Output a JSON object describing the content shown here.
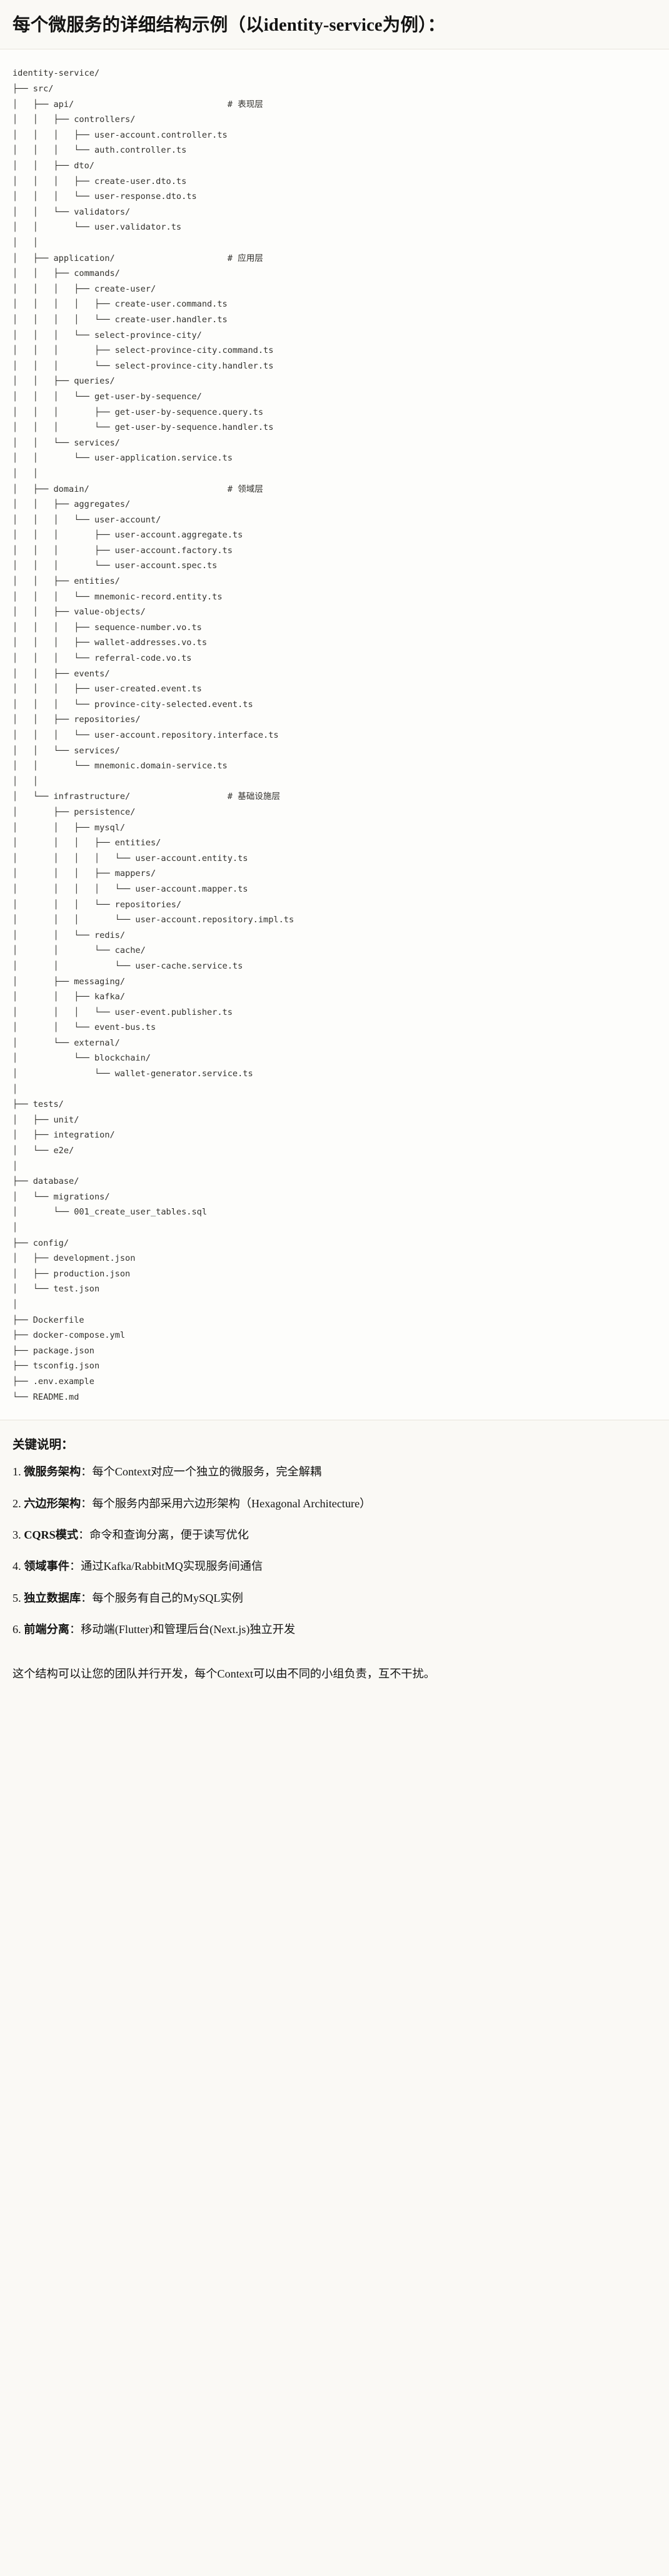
{
  "document": {
    "title": "每个微服务的详细结构示例（以identity-service为例）：",
    "notes_heading": "关键说明：",
    "closing": "这个结构可以让您的团队并行开发，每个Context可以由不同的小组负责，互不干扰。"
  },
  "tree": {
    "root": "identity-service/",
    "text": "identity-service/\n├── src/\n│   ├── api/                              # 表现层\n│   │   ├── controllers/\n│   │   │   ├── user-account.controller.ts\n│   │   │   └── auth.controller.ts\n│   │   ├── dto/\n│   │   │   ├── create-user.dto.ts\n│   │   │   └── user-response.dto.ts\n│   │   └── validators/\n│   │       └── user.validator.ts\n│   │\n│   ├── application/                      # 应用层\n│   │   ├── commands/\n│   │   │   ├── create-user/\n│   │   │   │   ├── create-user.command.ts\n│   │   │   │   └── create-user.handler.ts\n│   │   │   └── select-province-city/\n│   │   │       ├── select-province-city.command.ts\n│   │   │       └── select-province-city.handler.ts\n│   │   ├── queries/\n│   │   │   └── get-user-by-sequence/\n│   │   │       ├── get-user-by-sequence.query.ts\n│   │   │       └── get-user-by-sequence.handler.ts\n│   │   └── services/\n│   │       └── user-application.service.ts\n│   │\n│   ├── domain/                           # 领域层\n│   │   ├── aggregates/\n│   │   │   └── user-account/\n│   │   │       ├── user-account.aggregate.ts\n│   │   │       ├── user-account.factory.ts\n│   │   │       └── user-account.spec.ts\n│   │   ├── entities/\n│   │   │   └── mnemonic-record.entity.ts\n│   │   ├── value-objects/\n│   │   │   ├── sequence-number.vo.ts\n│   │   │   ├── wallet-addresses.vo.ts\n│   │   │   └── referral-code.vo.ts\n│   │   ├── events/\n│   │   │   ├── user-created.event.ts\n│   │   │   └── province-city-selected.event.ts\n│   │   ├── repositories/\n│   │   │   └── user-account.repository.interface.ts\n│   │   └── services/\n│   │       └── mnemonic.domain-service.ts\n│   │\n│   └── infrastructure/                   # 基础设施层\n│       ├── persistence/\n│       │   ├── mysql/\n│       │   │   ├── entities/\n│       │   │   │   └── user-account.entity.ts\n│       │   │   ├── mappers/\n│       │   │   │   └── user-account.mapper.ts\n│       │   │   └── repositories/\n│       │   │       └── user-account.repository.impl.ts\n│       │   └── redis/\n│       │       └── cache/\n│       │           └── user-cache.service.ts\n│       ├── messaging/\n│       │   ├── kafka/\n│       │   │   └── user-event.publisher.ts\n│       │   └── event-bus.ts\n│       └── external/\n│           └── blockchain/\n│               └── wallet-generator.service.ts\n│\n├── tests/\n│   ├── unit/\n│   ├── integration/\n│   └── e2e/\n│\n├── database/\n│   └── migrations/\n│       └── 001_create_user_tables.sql\n│\n├── config/\n│   ├── development.json\n│   ├── production.json\n│   └── test.json\n│\n├── Dockerfile\n├── docker-compose.yml\n├── package.json\n├── tsconfig.json\n├── .env.example\n└── README.md",
    "layer_comments": [
      {
        "path": "src/api/",
        "comment": "# 表现层"
      },
      {
        "path": "src/application/",
        "comment": "# 应用层"
      },
      {
        "path": "src/domain/",
        "comment": "# 领域层"
      },
      {
        "path": "src/infrastructure/",
        "comment": "# 基础设施层"
      }
    ]
  },
  "notes": [
    {
      "index": "1",
      "term": "微服务架构",
      "sep": "：",
      "desc": "每个Context对应一个独立的微服务，完全解耦"
    },
    {
      "index": "2",
      "term": "六边形架构",
      "sep": "：",
      "desc": "每个服务内部采用六边形架构（Hexagonal Architecture）"
    },
    {
      "index": "3",
      "term": "CQRS模式",
      "sep": "：",
      "desc": "命令和查询分离，便于读写优化"
    },
    {
      "index": "4",
      "term": "领域事件",
      "sep": "：",
      "desc": "通过Kafka/RabbitMQ实现服务间通信"
    },
    {
      "index": "5",
      "term": "独立数据库",
      "sep": "：",
      "desc": "每个服务有自己的MySQL实例"
    },
    {
      "index": "6",
      "term": "前端分离",
      "sep": "：",
      "desc": "移动端(Flutter)和管理后台(Next.js)独立开发"
    }
  ],
  "colors": {
    "page_background": "#faf9f5",
    "code_background": "#fdfdfb",
    "text": "#141413",
    "code_text": "#32312d",
    "rule": "#e8e5dc"
  }
}
